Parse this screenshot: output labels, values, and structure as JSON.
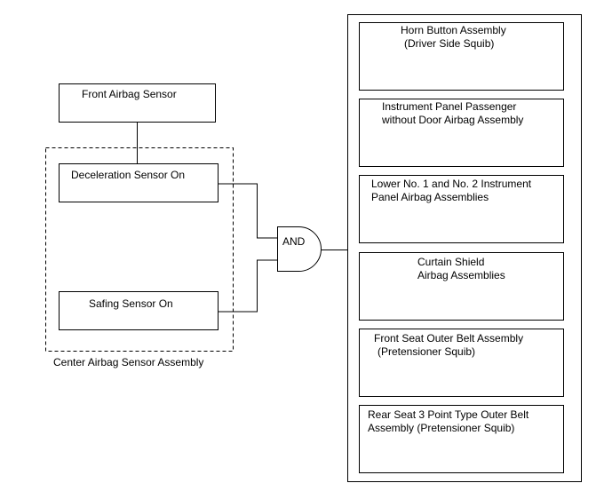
{
  "front_sensor": {
    "label": "Front Airbag Sensor"
  },
  "center_assembly": {
    "caption": "Center Airbag Sensor Assembly",
    "decel_sensor": "Deceleration Sensor On",
    "safing_sensor": "Safing Sensor On"
  },
  "gate": {
    "label": "AND"
  },
  "outputs": [
    {
      "line1": "Horn Button Assembly",
      "line2": "(Driver Side Squib)"
    },
    {
      "line1": "Instrument Panel Passenger",
      "line2": "without Door Airbag Assembly"
    },
    {
      "line1": "Lower No. 1 and No. 2 Instrument",
      "line2": "Panel Airbag Assemblies"
    },
    {
      "line1": "Curtain Shield",
      "line2": "Airbag Assemblies"
    },
    {
      "line1": "Front Seat Outer Belt Assembly",
      "line2": "(Pretensioner Squib)"
    },
    {
      "line1": "Rear Seat 3 Point Type Outer Belt",
      "line2": "Assembly (Pretensioner Squib)"
    }
  ]
}
